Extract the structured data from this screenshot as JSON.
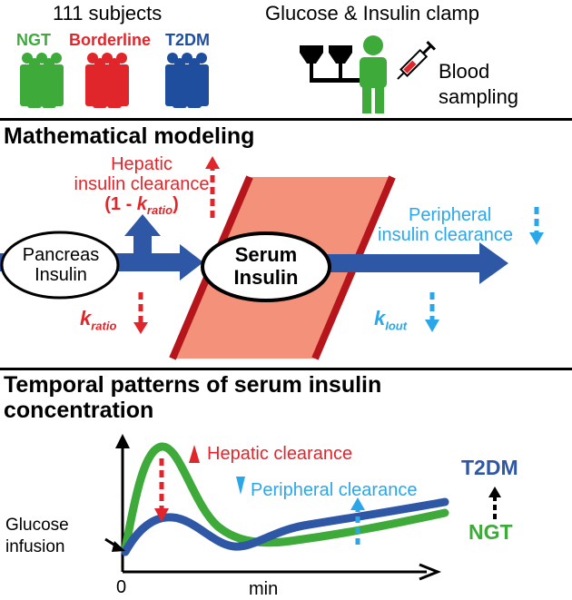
{
  "header": {
    "subjects_title": "111 subjects",
    "groups": [
      {
        "label": "NGT",
        "color": "#3daa3a"
      },
      {
        "label": "Borderline",
        "color": "#e0262b"
      },
      {
        "label": "T2DM",
        "color": "#1f4e9e"
      }
    ],
    "clamp_title": "Glucose & Insulin clamp",
    "blood_sampling_line1": "Blood",
    "blood_sampling_line2": "sampling"
  },
  "modeling": {
    "title": "Mathematical modeling",
    "hepatic_line1": "Hepatic",
    "hepatic_line2": "insulin clearance",
    "hepatic_line3_prefix": "(1 - ",
    "hepatic_line3_k": "k",
    "hepatic_line3_sub": "ratio",
    "hepatic_line3_suffix": ")",
    "peripheral_line1": "Peripheral",
    "peripheral_line2": "insulin clearance",
    "pancreas_line1": "Pancreas",
    "pancreas_line2": "Insulin",
    "serum_line1": "Serum",
    "serum_line2": "Insulin",
    "k_ratio_k": "k",
    "k_ratio_sub": "ratio",
    "k_lout_k": "k",
    "k_lout_sub": "Iout"
  },
  "temporal": {
    "title_line1": "Temporal patterns of serum insulin",
    "title_line2": "concentration",
    "glucose_line1": "Glucose",
    "glucose_line2": "infusion",
    "hepatic_clearance": "Hepatic clearance",
    "peripheral_clearance": "Peripheral clearance",
    "t2dm_label": "T2DM",
    "ngt_label": "NGT",
    "x_zero": "0",
    "x_unit": "min"
  },
  "colors": {
    "red": "#e0262b",
    "blue_dark": "#2e57a6",
    "blue_light": "#2aa7e8",
    "salmon": "#f3917a",
    "dark_red": "#b5151b",
    "green": "#3daa3a"
  }
}
